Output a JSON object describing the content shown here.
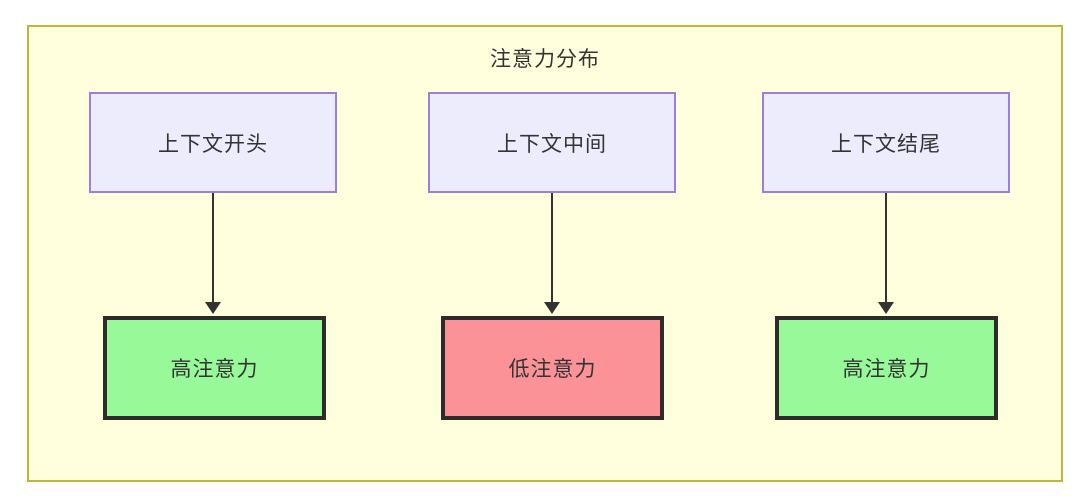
{
  "diagram": {
    "title": "注意力分布",
    "colors": {
      "container_fill": "#ffffdd",
      "container_border": "#bbb839",
      "context_fill": "#ececfd",
      "context_border": "#9a7ee0",
      "high_attention_fill": "#97f998",
      "low_attention_fill": "#fb9298",
      "node_border": "#2e2b2b",
      "arrow": "#333333",
      "text": "#333333"
    },
    "context_nodes": [
      {
        "label": "上下文开头"
      },
      {
        "label": "上下文中间"
      },
      {
        "label": "上下文结尾"
      }
    ],
    "attention_nodes": [
      {
        "label": "高注意力",
        "level": "high"
      },
      {
        "label": "低注意力",
        "level": "low"
      },
      {
        "label": "高注意力",
        "level": "high"
      }
    ],
    "edges": [
      {
        "from": "上下文开头",
        "to": "高注意力"
      },
      {
        "from": "上下文中间",
        "to": "低注意力"
      },
      {
        "from": "上下文结尾",
        "to": "高注意力"
      }
    ]
  }
}
